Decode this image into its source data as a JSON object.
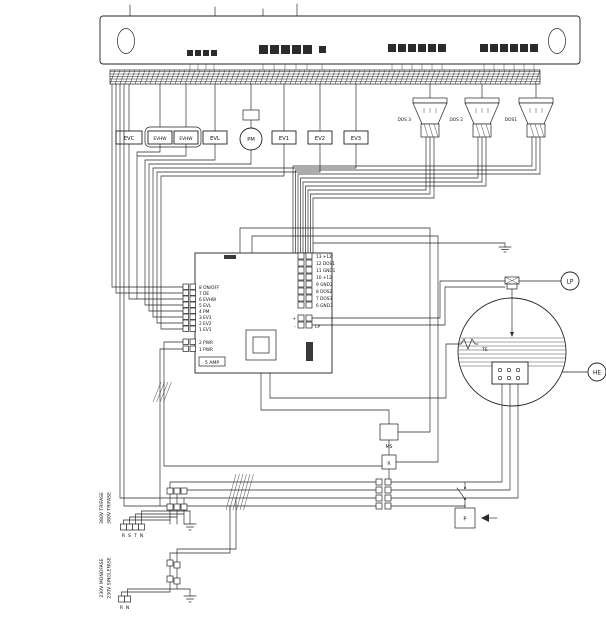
{
  "colors": {
    "line": "#222222",
    "background": "#ffffff",
    "connector_fill": "#2b2b2b"
  },
  "diagram": {
    "components": {
      "evc": "EVC",
      "evhw_a": "EVHW",
      "evhw_b": "EVHW",
      "evl": "EVL",
      "pm": "PM",
      "ev1": "EV1",
      "ev2": "EV2",
      "ev3": "EV3"
    },
    "dosing_units": [
      {
        "label": "DOS 3"
      },
      {
        "label": "DOS 2"
      },
      {
        "label": "DOS1"
      }
    ],
    "board": {
      "fuse_label": "5 AMP",
      "left_terminals": [
        "8 ON/OFF",
        "7 DE",
        "6 EVHW",
        "5 EVL",
        "4 PM",
        "3 EV3",
        "2 EV2",
        "1 EV1"
      ],
      "pwr_terminals": [
        "2 PWR",
        "1 PWR"
      ],
      "right_terminals": [
        "13 +12",
        "12 DOS1",
        "11 GND1",
        "10 +12",
        "9 GND2",
        "8 DOS2",
        "7 DOS3",
        "6 GND3"
      ],
      "probe_terminal": {
        "plus": "+",
        "minus": "-",
        "label": "LP"
      }
    },
    "tank": {
      "temp_sensor": "TE",
      "level_probe": "LP",
      "heating_element": "HE"
    },
    "devices": {
      "microswitch": "MS",
      "relay": "R",
      "pump": "P"
    },
    "power_380v": {
      "label_line1": "380V TRIFASE",
      "label_line2": "380V TRIFASE",
      "phases": [
        "R",
        "S",
        "T",
        "N"
      ]
    },
    "power_230v": {
      "label_line1": "230V MONOFASE",
      "label_line2": "230V SINGLEFASE",
      "phases": [
        "R",
        "N"
      ]
    }
  }
}
